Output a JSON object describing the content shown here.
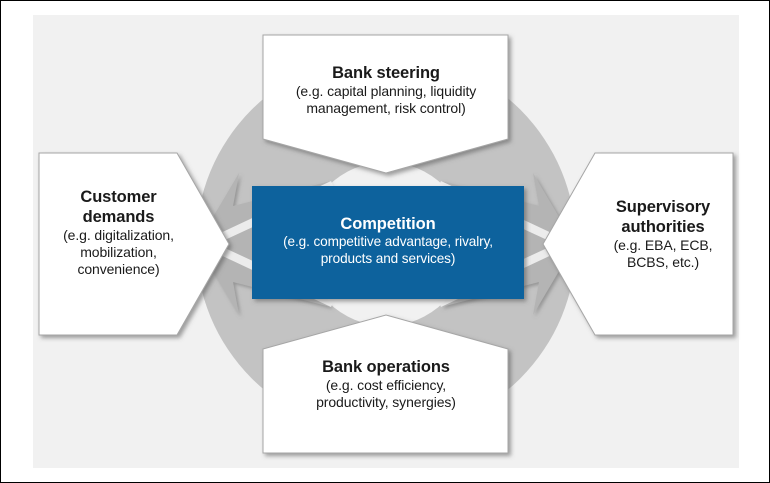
{
  "diagram": {
    "type": "cycle-converging-arrows",
    "accent_color": "#0b629d",
    "panel_color": "#f1f1f1",
    "ring_color": "#c0c0c0",
    "box_fill": "#ffffff",
    "frame_border_color": "#000000",
    "center": {
      "id": "competition",
      "title": "Competition",
      "subtitle_lines": [
        "(e.g. competitive advantage, rivalry,",
        "products and services)"
      ]
    },
    "nodes": [
      {
        "id": "bank-steering",
        "position": "top",
        "shape": "rectangle-with-down-point",
        "title": "Bank steering",
        "subtitle_lines": [
          "(e.g. capital planning, liquidity",
          "management, risk control)"
        ]
      },
      {
        "id": "customer-demands",
        "position": "left",
        "shape": "pentagon-pointing-right",
        "title_lines": [
          "Customer",
          "demands"
        ],
        "subtitle_lines": [
          "(e.g. digitalization,",
          "mobilization,",
          "convenience)"
        ]
      },
      {
        "id": "supervisory-authorities",
        "position": "right",
        "shape": "pentagon-pointing-left",
        "title_lines": [
          "Supervisory",
          "authorities"
        ],
        "subtitle_lines": [
          "(e.g. EBA, ECB,",
          "BCBS, etc.)"
        ]
      },
      {
        "id": "bank-operations",
        "position": "bottom",
        "shape": "rectangle-with-up-point",
        "title": "Bank operations",
        "subtitle_lines": [
          "(e.g. cost efficiency,",
          "productivity, synergies)"
        ]
      }
    ]
  }
}
